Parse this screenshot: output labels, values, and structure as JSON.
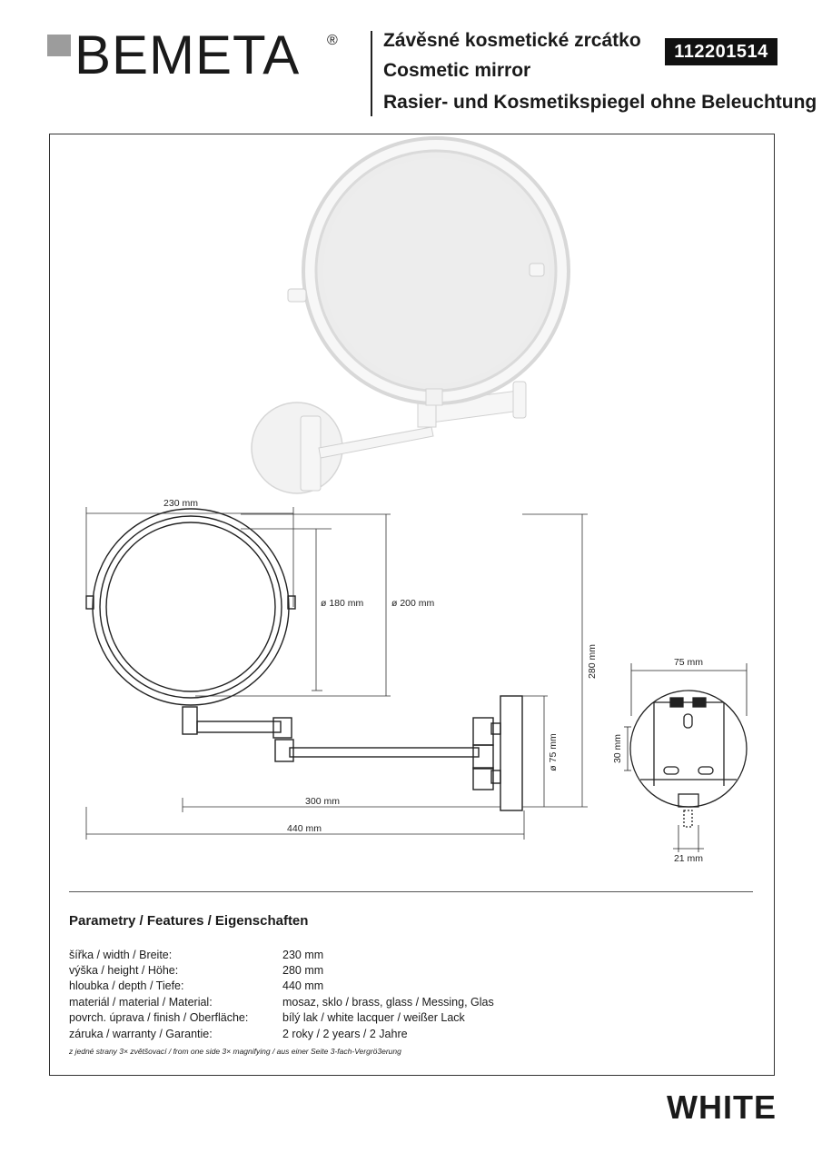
{
  "brand": {
    "logo_text": "BEMETA",
    "registered": "®"
  },
  "header": {
    "title_cz": "Závěsné kosmetické zrcátko",
    "title_en": "Cosmetic mirror",
    "title_de": "Rasier- und Kosmetikspiegel ohne Beleuchtung",
    "product_code": "112201514"
  },
  "drawing": {
    "dim_width": "230 mm",
    "dim_inner_diameter": "ø 180 mm",
    "dim_outer_diameter": "ø 200 mm",
    "dim_height": "280 mm",
    "dim_base_diameter": "ø 75 mm",
    "dim_arm": "300 mm",
    "dim_depth": "440 mm",
    "dim_base_width": "75 mm",
    "dim_hole_spacing": "30 mm",
    "dim_screw": "21 mm"
  },
  "features": {
    "title": "Parametry / Features / Eigenschaften",
    "rows": [
      {
        "label": "šířka / width / Breite:",
        "value": "230 mm"
      },
      {
        "label": "výška / height / Höhe:",
        "value": "280 mm"
      },
      {
        "label": "hloubka / depth / Tiefe:",
        "value": "440 mm"
      },
      {
        "label": "materiál / material / Material:",
        "value": "mosaz, sklo / brass, glass / Messing, Glas"
      },
      {
        "label": "povrch. úprava / finish / Oberfläche:",
        "value": "bílý lak / white lacquer / weißer Lack"
      },
      {
        "label": "záruka / warranty / Garantie:",
        "value": "2 roky / 2 years / 2 Jahre"
      }
    ],
    "footnote": "z jedné strany 3× zvětšovací / from one side 3× magnifying / aus einer Seite 3-fach-Vergrö3erung"
  },
  "color_name": "WHITE"
}
